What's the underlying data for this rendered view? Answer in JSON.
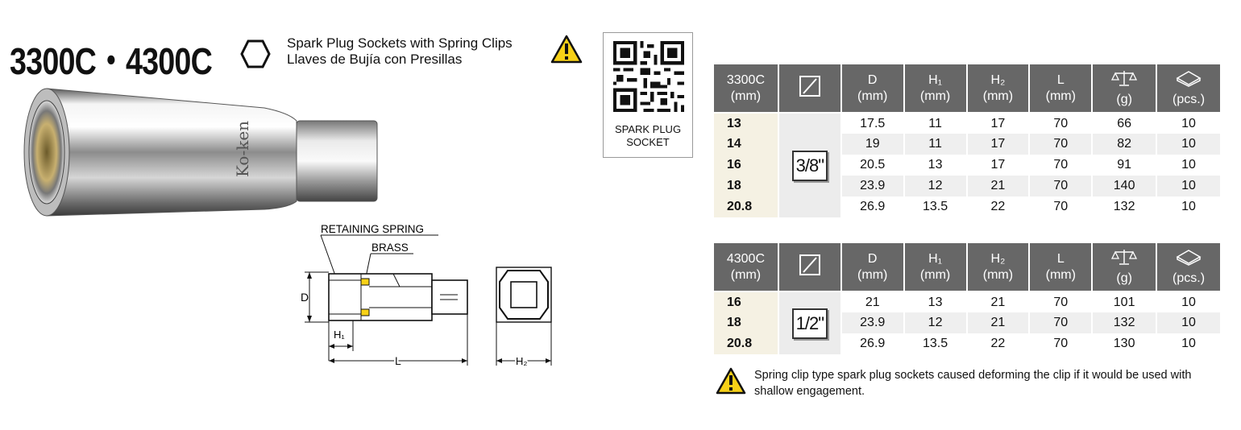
{
  "header": {
    "title": "3300C・4300C",
    "subtitle_en": "Spark Plug Sockets with Spring Clips",
    "subtitle_es": "Llaves de Bujía con Presillas"
  },
  "qr": {
    "caption_line1": "SPARK PLUG",
    "caption_line2": "SOCKET"
  },
  "product_image": {
    "engraving": "Ko-ken"
  },
  "diagram": {
    "retaining_spring": "RETAINING SPRING",
    "brass": "BRASS",
    "d": "D",
    "h1": "H₁",
    "l": "L",
    "h2": "H₂"
  },
  "table_3300": {
    "headers": [
      "3300C\n(mm)",
      "",
      "D\n(mm)",
      "H₁\n(mm)",
      "H₂\n(mm)",
      "L\n(mm)",
      "(g)",
      "(pcs.)"
    ],
    "drive": "3/8\"",
    "rows": [
      [
        "13",
        "17.5",
        "11",
        "17",
        "70",
        "66",
        "10"
      ],
      [
        "14",
        "19",
        "11",
        "17",
        "70",
        "82",
        "10"
      ],
      [
        "16",
        "20.5",
        "13",
        "17",
        "70",
        "91",
        "10"
      ],
      [
        "18",
        "23.9",
        "12",
        "21",
        "70",
        "140",
        "10"
      ],
      [
        "20.8",
        "26.9",
        "13.5",
        "22",
        "70",
        "132",
        "10"
      ]
    ]
  },
  "table_4300": {
    "headers": [
      "4300C\n(mm)",
      "",
      "D\n(mm)",
      "H₁\n(mm)",
      "H₂\n(mm)",
      "L\n(mm)",
      "(g)",
      "(pcs.)"
    ],
    "drive": "1/2\"",
    "rows": [
      [
        "16",
        "21",
        "13",
        "21",
        "70",
        "101",
        "10"
      ],
      [
        "18",
        "23.9",
        "12",
        "21",
        "70",
        "132",
        "10"
      ],
      [
        "20.8",
        "26.9",
        "13.5",
        "22",
        "70",
        "130",
        "10"
      ]
    ]
  },
  "note": "Spring clip type spark plug sockets caused deforming the clip if it would be used with shallow engagement.",
  "colors": {
    "header_bg": "#676767",
    "size_col_bg": "#f5f1e3",
    "row_alt_bg": "#efefef",
    "warning_yellow": "#f7d117"
  },
  "icons": {
    "drive_header": "square-drive-icon",
    "weight_header": "scale-icon",
    "qty_header": "box-icon",
    "warning": "warning-triangle-icon",
    "hex": "hexagon-icon"
  }
}
